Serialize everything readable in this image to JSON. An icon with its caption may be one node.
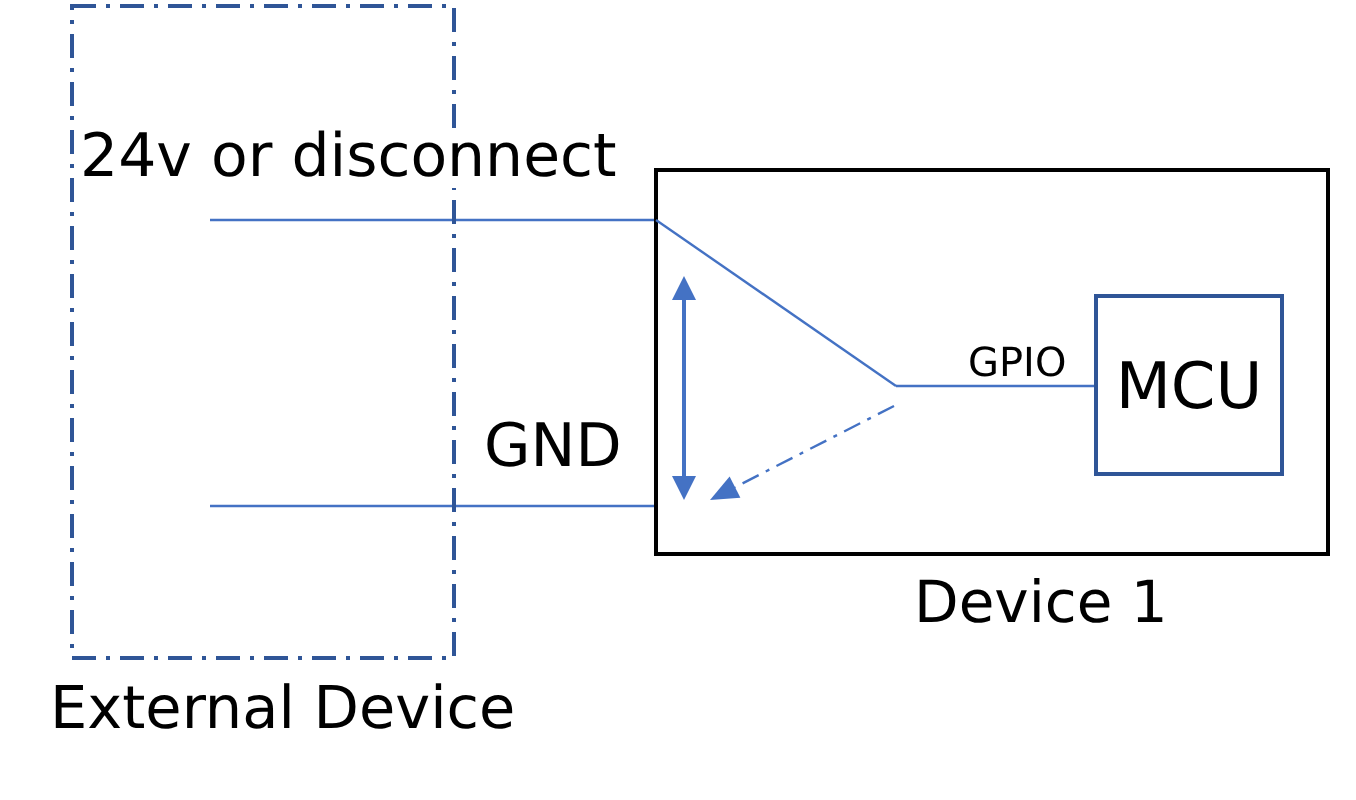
{
  "diagram": {
    "nodes": [
      {
        "text": [
          "External Device"
        ]
      },
      {
        "text": [
          "Device 1"
        ]
      },
      {
        "text": [],
        "shape": "picture",
        "in": 1
      },
      {
        "text": [
          "MCU"
        ],
        "in": 1
      }
    ],
    "edges": [
      {
        "from": 0,
        "to": 2,
        "arrow": "none",
        "label": "24v or disconnect"
      },
      {
        "from": 0,
        "to": 2,
        "arrow": "none",
        "label": "GND"
      },
      {
        "from": 2,
        "to": 3,
        "arrow": "none",
        "label": "GPIO"
      }
    ]
  }
}
